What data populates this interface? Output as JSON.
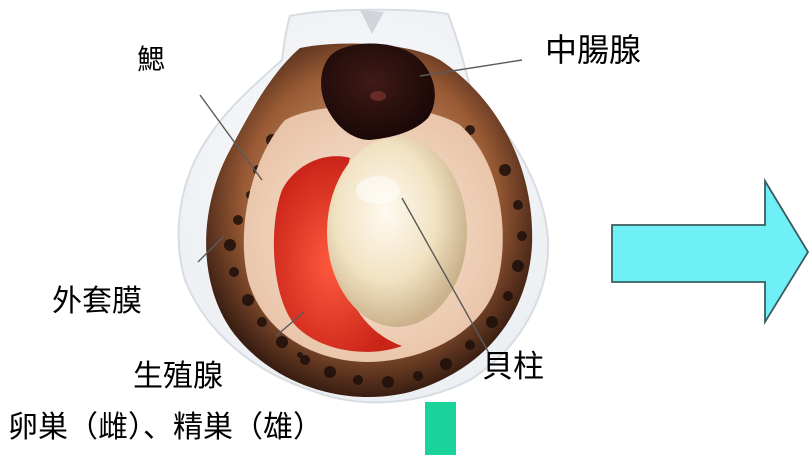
{
  "labels": {
    "gill": "鰓",
    "midgut_gland": "中腸腺",
    "mantle": "外套膜",
    "gonad": "生殖腺",
    "adductor": "貝柱",
    "sex_note": "卵巣（雌）、精巣（雄）"
  },
  "colors": {
    "arrow_fill": "#6ff0f6",
    "arrow_stroke": "#3b5b5e",
    "gonad_swatch": "#1ad39b",
    "gonad_red": "#e23a2c",
    "adductor_cream": "#f3e5c6",
    "midgut_dark": "#2a1210"
  }
}
